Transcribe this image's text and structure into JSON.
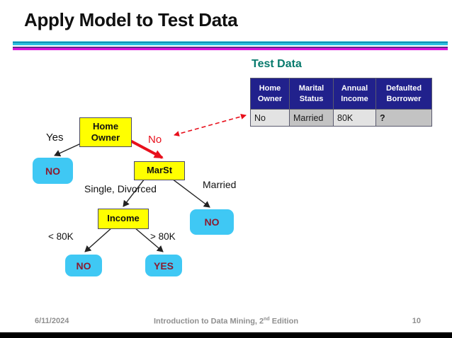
{
  "slide": {
    "title": "Apply Model to Test Data",
    "colors": {
      "accent_cyan": "#2ec1e0",
      "accent_magenta": "#dc16dc",
      "accent_purple": "#5f2b8e",
      "table_header_navy": "#21218c",
      "node_yellow": "#ffff00",
      "leaf_cyan": "#3fc8f4",
      "leaf_text_maroon": "#8a1c30",
      "highlight_red": "#e8101c",
      "heading_teal": "#077a6d"
    }
  },
  "test_data": {
    "heading": "Test Data",
    "table": {
      "headers": [
        [
          "Home",
          "Owner"
        ],
        [
          "Marital",
          "Status"
        ],
        [
          "Annual",
          "Income"
        ],
        [
          "Defaulted",
          "Borrower"
        ]
      ],
      "row": [
        "No",
        "Married",
        "80K",
        "?"
      ]
    }
  },
  "tree": {
    "root_label_line1": "Home",
    "root_label_line2": "Owner",
    "marst_label": "MarSt",
    "income_label": "Income",
    "leaf_no_left": "NO",
    "leaf_no_married": "NO",
    "leaf_no_lt80k": "NO",
    "leaf_yes": "YES",
    "edge_yes": "Yes",
    "edge_no": "No",
    "edge_single_divorced": "Single, Divorced",
    "edge_married": "Married",
    "edge_lt80k": "< 80K",
    "edge_gt80k": "> 80K"
  },
  "footer": {
    "date": "6/11/2024",
    "course_prefix": "Introduction to Data Mining, 2",
    "course_sup": "nd",
    "course_suffix": " Edition",
    "page": "10"
  }
}
